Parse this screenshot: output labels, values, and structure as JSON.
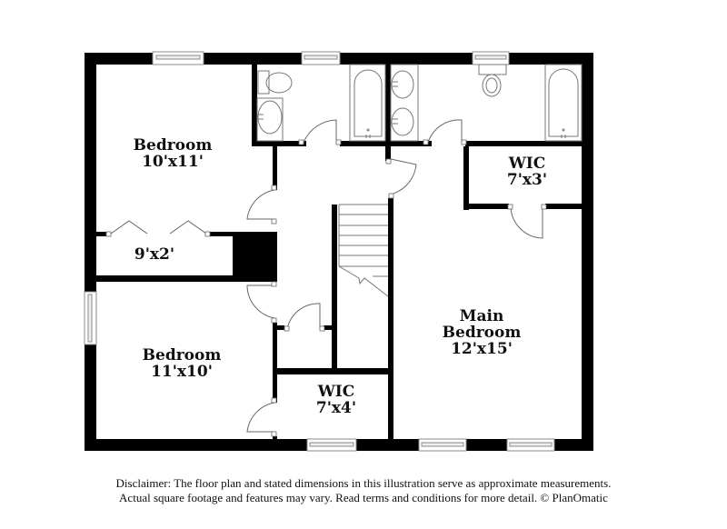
{
  "rooms": {
    "bedroom_nw": {
      "name": "Bedroom",
      "dim": "10'x11'"
    },
    "closet_nw": {
      "name": "",
      "dim": "9'x2'"
    },
    "bedroom_sw": {
      "name": "Bedroom",
      "dim": "11'x10'"
    },
    "wic_south": {
      "name": "WIC",
      "dim": "7'x4'"
    },
    "wic_main": {
      "name": "WIC",
      "dim": "7'x3'"
    },
    "main_bedroom": {
      "name_line1": "Main",
      "name_line2": "Bedroom",
      "dim": "12'x15'"
    }
  },
  "fixtures": {
    "hall_bath": [
      "toilet",
      "sink",
      "bathtub"
    ],
    "main_bath": [
      "double-sink",
      "toilet",
      "bathtub"
    ],
    "stairs": "staircase-down"
  },
  "colors": {
    "wall": "#000000",
    "fixture_line": "#777777",
    "background": "#ffffff"
  },
  "disclaimer": {
    "line1": "Disclaimer: The floor plan and stated dimensions in this illustration serve as approximate measurements.",
    "line2": "Actual square footage and features may vary. Read terms and conditions for more detail. © PlanOmatic"
  }
}
